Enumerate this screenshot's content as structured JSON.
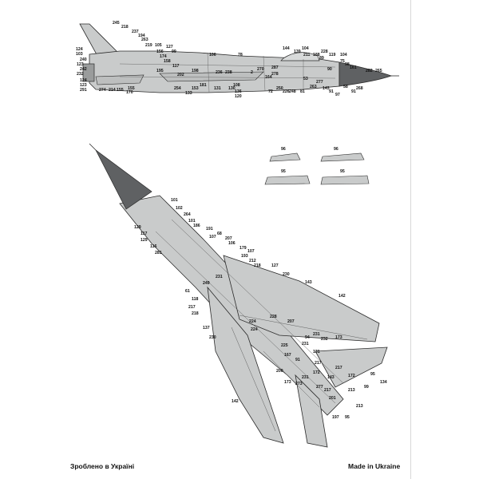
{
  "footer": {
    "made_in_ua": "Зроблено в Україні",
    "made_in_en": "Made in Ukraine"
  },
  "colors": {
    "airframe": "#c9cbcb",
    "radome": "#5f6163",
    "line": "#2a2a2a"
  },
  "side_view_labels": [
    "245",
    "218",
    "237",
    "194",
    "263",
    "219",
    "105",
    "127",
    "99",
    "124",
    "103",
    "240",
    "123",
    "242",
    "232",
    "124",
    "123",
    "291",
    "274",
    "214",
    "155",
    "170",
    "156",
    "174",
    "158",
    "117",
    "195",
    "202",
    "198",
    "254",
    "155",
    "153",
    "133",
    "181",
    "106",
    "131",
    "236",
    "238",
    "130",
    "108",
    "136",
    "120",
    "78",
    "2",
    "270",
    "164",
    "287",
    "278",
    "250",
    "72",
    "226",
    "248",
    "81",
    "144",
    "139",
    "104",
    "211",
    "188",
    "228",
    "89",
    "119",
    "104",
    "75",
    "98",
    "161",
    "282",
    "265",
    "90",
    "53",
    "277",
    "263",
    "143",
    "91",
    "97",
    "91",
    "268",
    "58"
  ],
  "top_view_labels": [
    "101",
    "102",
    "264",
    "101",
    "129",
    "117",
    "129",
    "116",
    "281",
    "186",
    "191",
    "107",
    "68",
    "207",
    "106",
    "179",
    "107",
    "193",
    "212",
    "218",
    "127",
    "230",
    "143",
    "231",
    "249",
    "61",
    "118",
    "217",
    "218",
    "142",
    "224",
    "137",
    "224",
    "230",
    "228",
    "207",
    "94",
    "231",
    "232",
    "173",
    "225",
    "167",
    "231",
    "131",
    "217",
    "200",
    "173",
    "91",
    "172",
    "273",
    "231",
    "143",
    "277",
    "217",
    "201",
    "217",
    "172",
    "95",
    "134",
    "99",
    "213",
    "197",
    "95",
    "142",
    "213"
  ],
  "small_view_labels": [
    "96",
    "96",
    "95",
    "95"
  ]
}
